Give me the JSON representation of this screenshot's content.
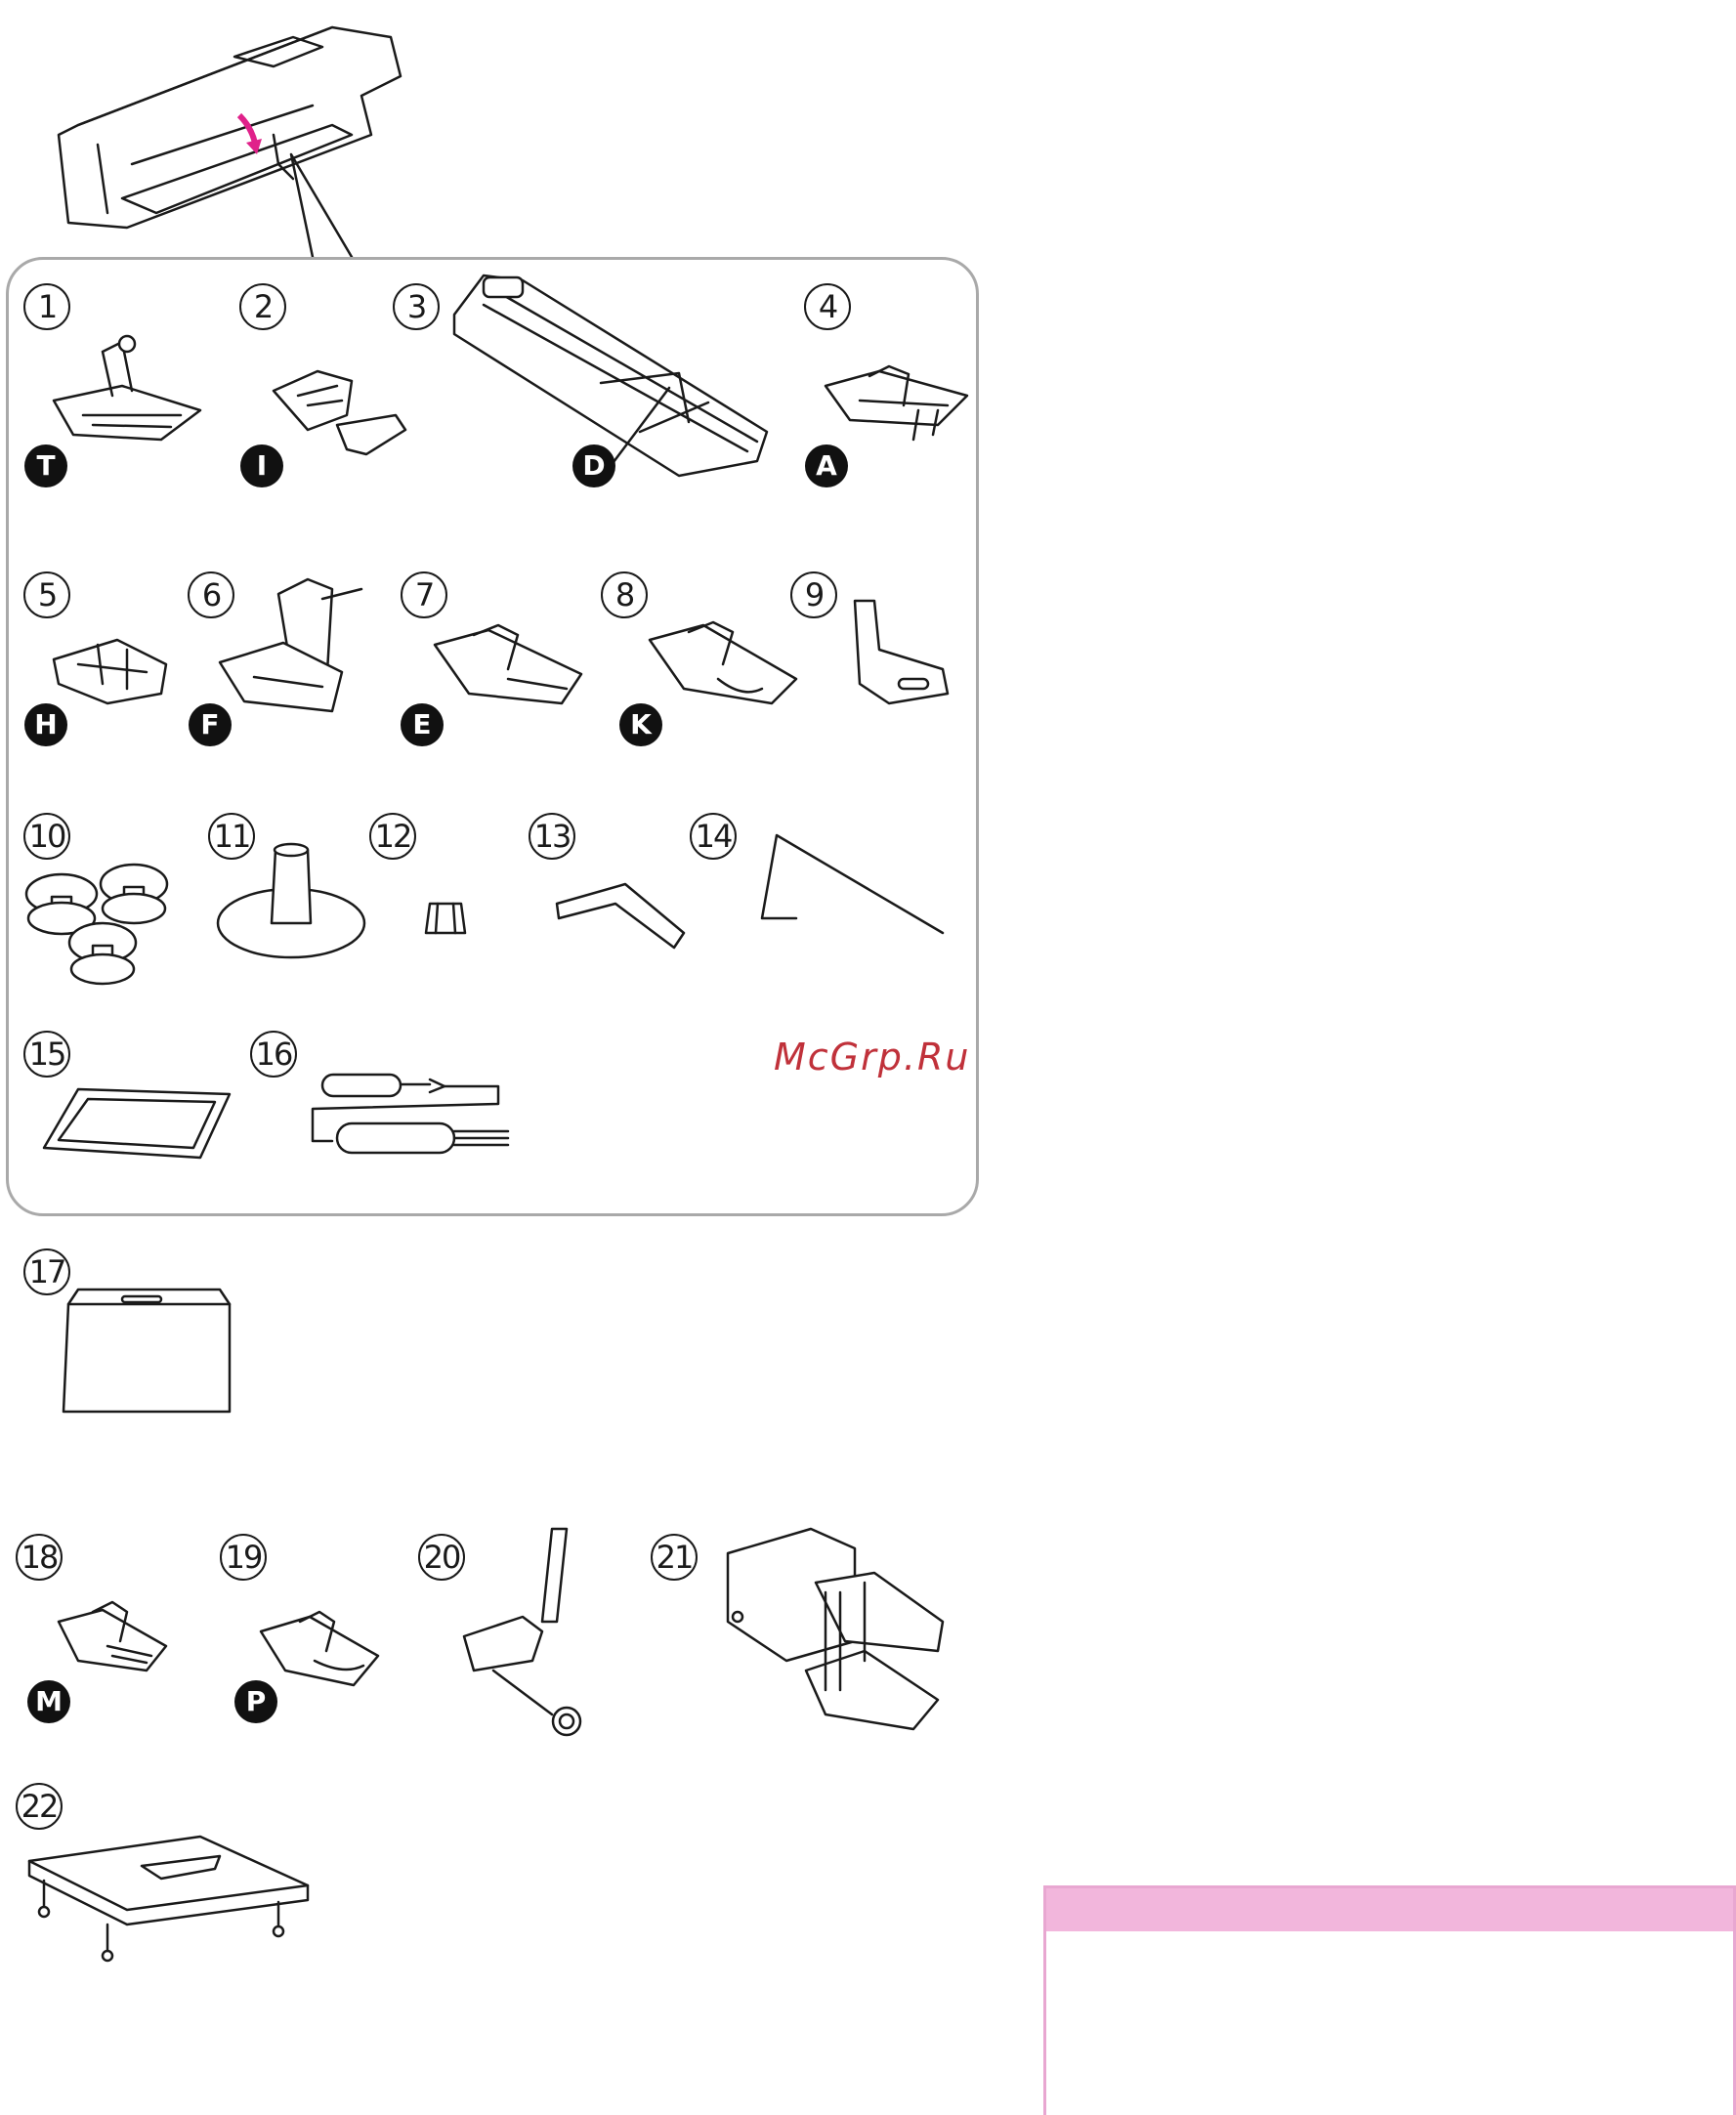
{
  "colors": {
    "accent": "#e0218a",
    "frame": "#a9a9a9",
    "watermark": "#c0313a",
    "notice": "#f2b6dc"
  },
  "watermark": "McGrp.Ru",
  "parts": [
    {
      "num": "1",
      "letter": "T",
      "icon": "zigzag-foot"
    },
    {
      "num": "2",
      "letter": "I",
      "icon": "zipper-foot"
    },
    {
      "num": "3",
      "letter": "D",
      "icon": "buttonhole-foot"
    },
    {
      "num": "4",
      "letter": "A",
      "icon": "satin-foot"
    },
    {
      "num": "5",
      "letter": "H",
      "icon": "button-sewing-foot"
    },
    {
      "num": "6",
      "letter": "F",
      "icon": "blind-hem-foot"
    },
    {
      "num": "7",
      "letter": "E",
      "icon": "overcasting-foot"
    },
    {
      "num": "8",
      "letter": "K",
      "icon": "hemmer-foot"
    },
    {
      "num": "9",
      "letter": "",
      "icon": "darning-foot"
    },
    {
      "num": "10",
      "letter": "",
      "icon": "bobbins"
    },
    {
      "num": "11",
      "letter": "",
      "icon": "spool-holder"
    },
    {
      "num": "12",
      "letter": "",
      "icon": "spool-pin-felt"
    },
    {
      "num": "13",
      "letter": "",
      "icon": "screwdriver"
    },
    {
      "num": "14",
      "letter": "",
      "icon": "quilting-guide"
    },
    {
      "num": "15",
      "letter": "",
      "icon": "instruction-card"
    },
    {
      "num": "16",
      "letter": "",
      "icon": "seam-ripper-brush"
    },
    {
      "num": "17",
      "letter": "",
      "icon": "dust-cover"
    },
    {
      "num": "18",
      "letter": "M",
      "icon": "cording-foot"
    },
    {
      "num": "19",
      "letter": "P",
      "icon": "quarter-inch-foot"
    },
    {
      "num": "20",
      "letter": "",
      "icon": "darning-quilting-foot"
    },
    {
      "num": "21",
      "letter": "",
      "icon": "walking-foot"
    },
    {
      "num": "22",
      "letter": "",
      "icon": "extension-table"
    }
  ]
}
